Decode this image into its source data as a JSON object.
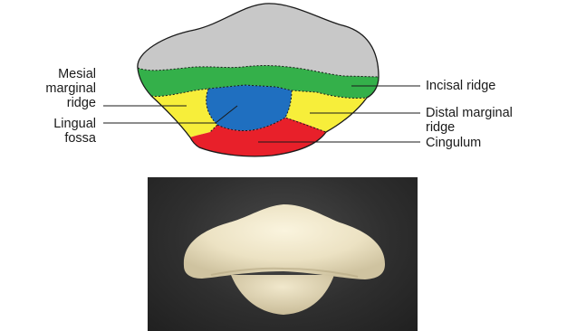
{
  "diagram": {
    "labels": {
      "mesial_marginal_ridge": [
        "Mesial",
        "marginal",
        "ridge"
      ],
      "lingual_fossa": [
        "Lingual",
        "fossa"
      ],
      "incisal_ridge": "Incisal ridge",
      "distal_marginal_ridge": [
        "Distal marginal",
        "ridge"
      ],
      "cingulum": "Cingulum"
    },
    "colors": {
      "incisal_edge_area": "#c8c8c8",
      "incisal_ridge": "#34b04a",
      "marginal_ridge": "#f7ee3a",
      "lingual_fossa": "#1f6fc0",
      "cingulum": "#e8202a",
      "outline": "#1a1a1a"
    }
  },
  "photo": {
    "background": "#2e2e2e",
    "tooth_color": "#efe6c8"
  }
}
